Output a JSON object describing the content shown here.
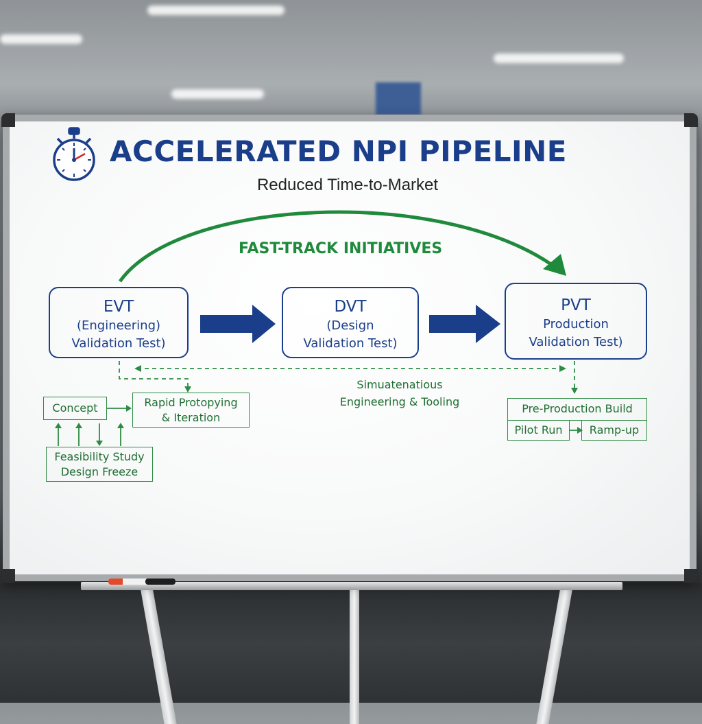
{
  "title": "ACCELERATED NPI PIPELINE",
  "subtitle": "Reduced Time-to-Market",
  "fast_track_label": "FAST-TRACK INITIATIVES",
  "stages": [
    {
      "abbr": "EVT",
      "desc": "(Engineering)\nValidation Test)"
    },
    {
      "abbr": "DVT",
      "desc": "(Design\nValidation Test)"
    },
    {
      "abbr": "PVT",
      "desc": "Production\nValidation Test)"
    }
  ],
  "evt_notes": {
    "concept": "Concept",
    "rapid_prototyping": "Rapid Protopying\n& Iteration",
    "feasibility": "Feasibility Study\nDesign Freeze"
  },
  "middle_note": "Simuatenatious\nEngineering & Tooling",
  "pvt_notes": {
    "pre_production": "Pre-Production Build",
    "pilot_run": "Pilot Run",
    "ramp_up": "Ramp-up"
  },
  "colors": {
    "blue": "#1a3e8a",
    "green": "#1f8a3c"
  },
  "icons": {
    "title_icon": "stopwatch-icon"
  }
}
